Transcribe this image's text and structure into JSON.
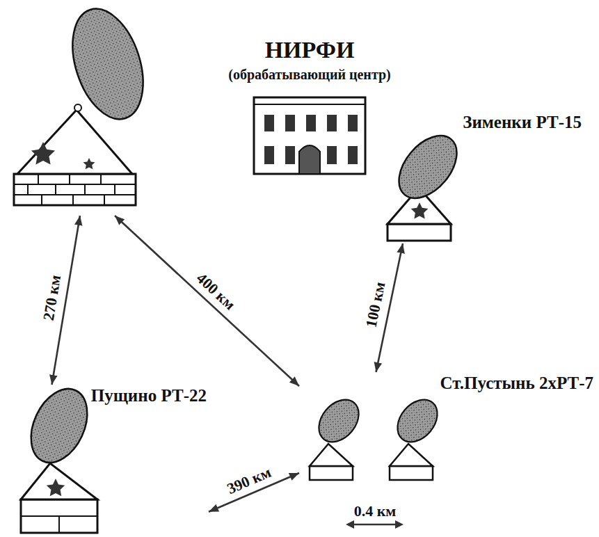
{
  "diagram": {
    "nodes": [
      {
        "text": []
      },
      {
        "text": [
          "НИРФИ",
          "(обрабатывающий центр)"
        ]
      },
      {
        "text": [
          "Зименки РТ-15"
        ]
      },
      {
        "text": [
          "Пущино РТ-22"
        ]
      },
      {
        "text": [
          "Ст.Пустынь 2хРТ-7"
        ]
      }
    ],
    "edges": [
      {
        "from": 0,
        "to": 3,
        "label": "270 км",
        "arrow": "both"
      },
      {
        "from": 0,
        "to": 4,
        "label": "400 км",
        "arrow": "both"
      },
      {
        "from": 2,
        "to": 4,
        "label": "100 км",
        "arrow": "both"
      },
      {
        "from": 3,
        "to": 4,
        "label": "390 км",
        "arrow": "both"
      }
    ],
    "labels": [
      "0.4 км"
    ]
  }
}
